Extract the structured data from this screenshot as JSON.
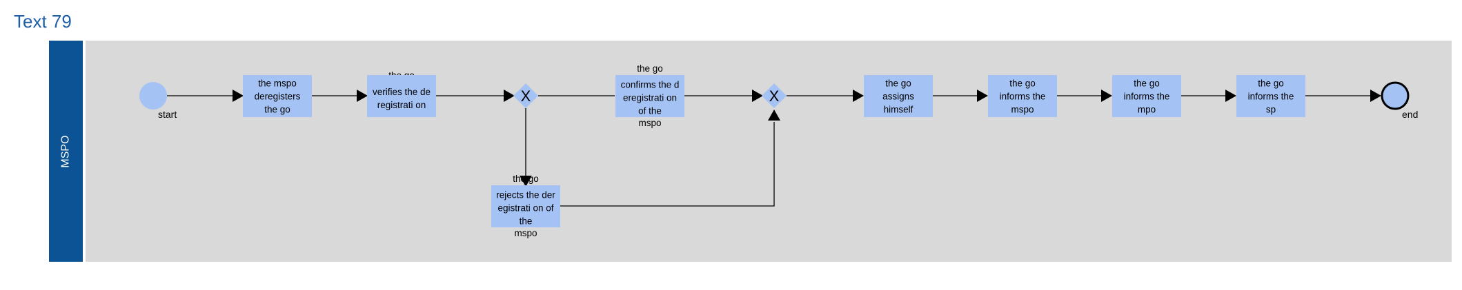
{
  "title": "Text 79",
  "lane": {
    "label": "MSPO"
  },
  "colors": {
    "title": "#1f5fa6",
    "lane_header": "#0b5394",
    "lane_body": "#d9d9d9",
    "node_fill": "#a4c2f4",
    "line": "#000000"
  },
  "events": {
    "start": {
      "label": "start"
    },
    "end": {
      "label": "end"
    }
  },
  "gateways": {
    "g1": {
      "symbol": "X"
    },
    "g2": {
      "symbol": "X"
    }
  },
  "tasks": {
    "t1": {
      "text": "the mspo deregisters the go"
    },
    "t2": {
      "above": "the go",
      "text": "verifies the deregistrati on"
    },
    "t3": {
      "above": "the go",
      "text": "confirms the deregistrati on of the",
      "below": "mspo"
    },
    "t4": {
      "above": "the go",
      "text": "rejects the deregistrati on of the",
      "below": "mspo"
    },
    "t5": {
      "text": "the go assigns himself"
    },
    "t6": {
      "text": "the go informs the mspo"
    },
    "t7": {
      "text": "the go informs the mpo"
    },
    "t8": {
      "text": "the go informs the sp"
    }
  }
}
